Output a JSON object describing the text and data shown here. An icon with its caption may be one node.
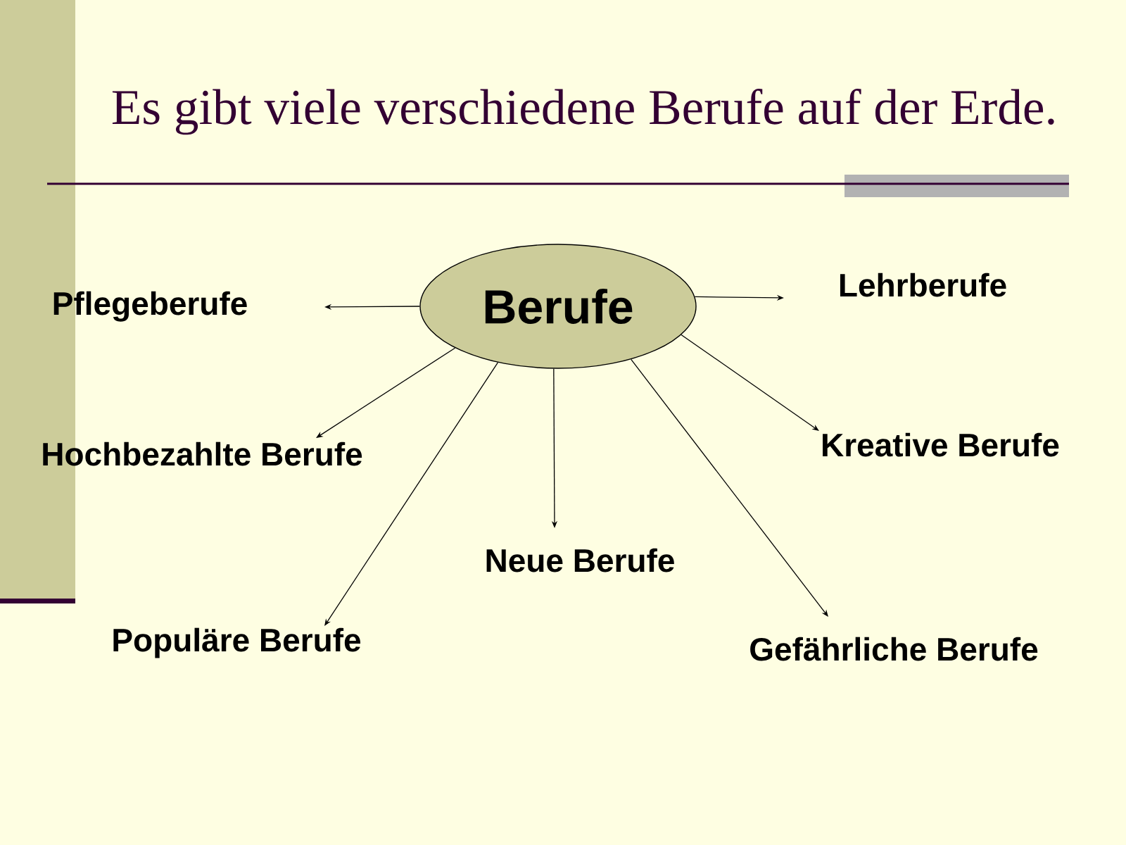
{
  "diagram": {
    "title": "Es gibt viele verschiedene Berufe auf der Erde.",
    "nodes": [
      {
        "text": [
          "Berufe"
        ]
      },
      {
        "text": [
          "Pflegeberufe"
        ]
      },
      {
        "text": [
          "Lehrberufe"
        ]
      },
      {
        "text": [
          "Hochbezahlte Berufe"
        ]
      },
      {
        "text": [
          "Kreative Berufe"
        ]
      },
      {
        "text": [
          "Neue Berufe"
        ]
      },
      {
        "text": [
          "Populäre Berufe"
        ]
      },
      {
        "text": [
          "Gefährliche Berufe"
        ]
      }
    ],
    "edges": [
      {
        "from": 0,
        "to": 1,
        "arrow": "to"
      },
      {
        "from": 0,
        "to": 2,
        "arrow": "to"
      },
      {
        "from": 0,
        "to": 3,
        "arrow": "to"
      },
      {
        "from": 0,
        "to": 4,
        "arrow": "to"
      },
      {
        "from": 0,
        "to": 5,
        "arrow": "to"
      },
      {
        "from": 0,
        "to": 6,
        "arrow": "to"
      },
      {
        "from": 0,
        "to": 7,
        "arrow": "to"
      }
    ]
  }
}
